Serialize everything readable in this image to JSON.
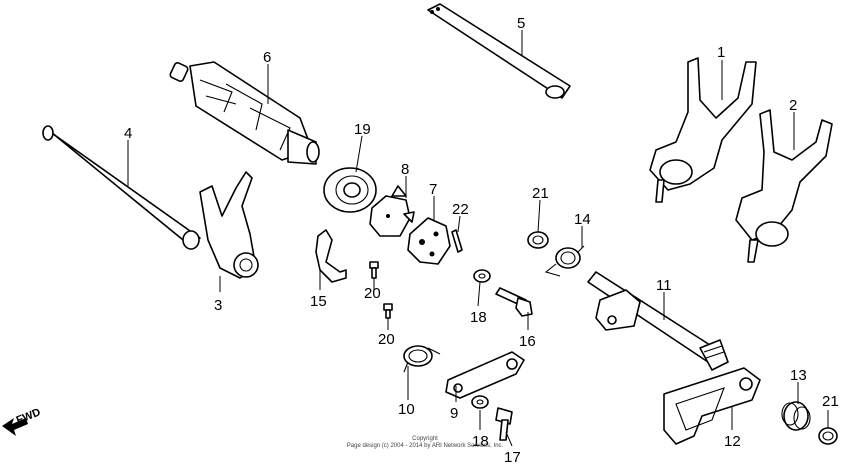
{
  "diagram": {
    "callouts": [
      {
        "id": "c1",
        "text": "1"
      },
      {
        "id": "c2",
        "text": "2"
      },
      {
        "id": "c3",
        "text": "3"
      },
      {
        "id": "c4",
        "text": "4"
      },
      {
        "id": "c5",
        "text": "5"
      },
      {
        "id": "c6",
        "text": "6"
      },
      {
        "id": "c7",
        "text": "7"
      },
      {
        "id": "c8",
        "text": "8"
      },
      {
        "id": "c9",
        "text": "9"
      },
      {
        "id": "c10",
        "text": "10"
      },
      {
        "id": "c11",
        "text": "11"
      },
      {
        "id": "c12",
        "text": "12"
      },
      {
        "id": "c13",
        "text": "13"
      },
      {
        "id": "c14",
        "text": "14"
      },
      {
        "id": "c15",
        "text": "15"
      },
      {
        "id": "c16",
        "text": "16"
      },
      {
        "id": "c17",
        "text": "17"
      },
      {
        "id": "c18a",
        "text": "18"
      },
      {
        "id": "c18b",
        "text": "18"
      },
      {
        "id": "c19",
        "text": "19"
      },
      {
        "id": "c20a",
        "text": "20"
      },
      {
        "id": "c20b",
        "text": "20"
      },
      {
        "id": "c21a",
        "text": "21"
      },
      {
        "id": "c21b",
        "text": "21"
      },
      {
        "id": "c22",
        "text": "22"
      }
    ],
    "direction_label": "FWD",
    "copyright_line1": "Copyright",
    "copyright_line2": "Page design (c) 2004 - 2014 by ARI Network Services, Inc."
  }
}
